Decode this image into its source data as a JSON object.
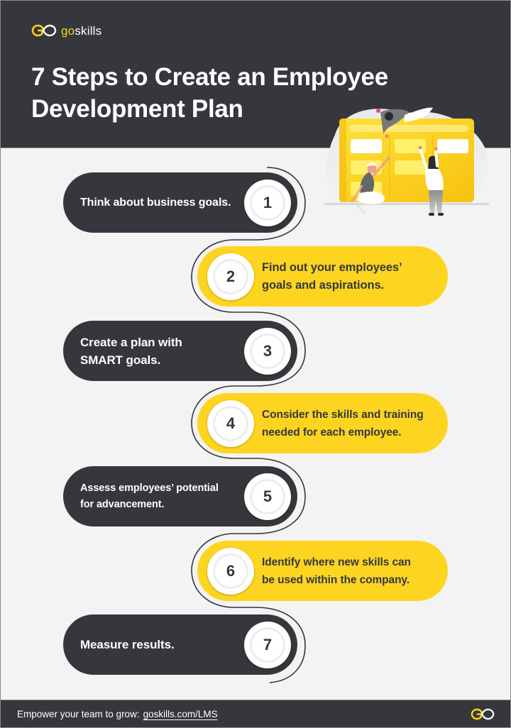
{
  "brand": {
    "name_go": "go",
    "name_skills": "skills",
    "logo_icon": "goskills-infinity-icon",
    "colors": {
      "dark": "#36373c",
      "yellow": "#fdd521",
      "logo_yellow": "#f7d417",
      "background": "#f3f3f3",
      "white": "#ffffff"
    }
  },
  "header": {
    "title_line1": "7 Steps to Create an Employee",
    "title_line2": "Development Plan",
    "illustration": "team-planning-board-illustration"
  },
  "steps": [
    {
      "number": "1",
      "text_line1": "Think about business goals.",
      "text_line2": "",
      "style": "dark"
    },
    {
      "number": "2",
      "text_line1": "Find out your employees’",
      "text_line2": "goals and aspirations.",
      "style": "yellow"
    },
    {
      "number": "3",
      "text_line1": "Create a plan with",
      "text_line2": "SMART goals.",
      "style": "dark"
    },
    {
      "number": "4",
      "text_line1": "Consider the skills and training",
      "text_line2": "needed for each employee.",
      "style": "yellow"
    },
    {
      "number": "5",
      "text_line1": "Assess employees’ potential",
      "text_line2": "for advancement.",
      "style": "dark"
    },
    {
      "number": "6",
      "text_line1": "Identify where new skills can",
      "text_line2": "be used within the company.",
      "style": "yellow"
    },
    {
      "number": "7",
      "text_line1": "Measure results.",
      "text_line2": "",
      "style": "dark"
    }
  ],
  "footer": {
    "tagline": "Empower your team to grow:",
    "link_text": "goskills.com/LMS",
    "logo_icon": "goskills-infinity-icon"
  }
}
